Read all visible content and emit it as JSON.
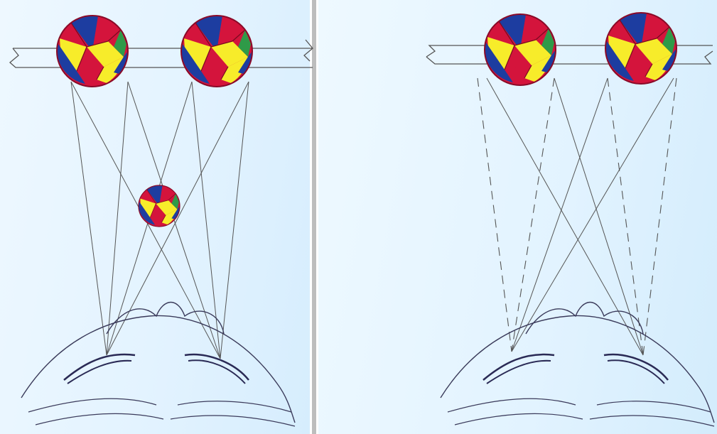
{
  "scene": {
    "palette": {
      "red": "#d4143c",
      "yellow": "#f7ec2a",
      "blue": "#1d3da0",
      "green": "#2f9a48",
      "ink": "#2a2a55",
      "line": "#555555"
    },
    "left_panel": {
      "balls_shown": 3,
      "line_style": "solid"
    },
    "right_panel": {
      "balls_shown": 2,
      "line_style": "solid-and-dashed"
    }
  }
}
